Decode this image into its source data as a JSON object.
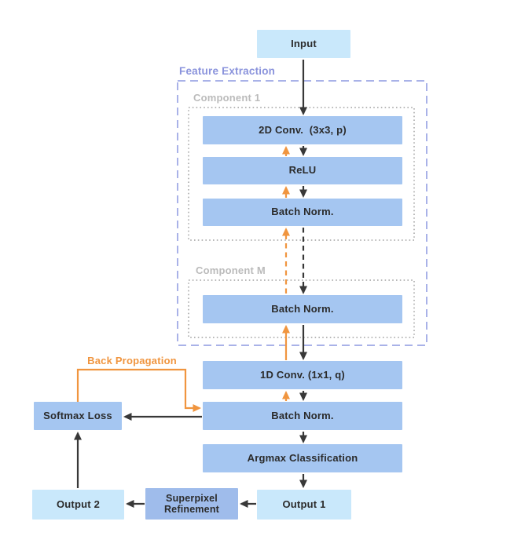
{
  "diagram": {
    "groups": {
      "feature_extraction": {
        "label": "Feature Extraction"
      },
      "component1": {
        "label": "Component 1"
      },
      "componentM": {
        "label": "Component M"
      }
    },
    "annotations": {
      "back_propagation": {
        "label": "Back Propagation"
      }
    },
    "nodes": {
      "input": {
        "label": "Input"
      },
      "conv2d": {
        "label": "2D Conv.  (3x3, p)"
      },
      "relu": {
        "label": "ReLU"
      },
      "bn_c1": {
        "label": "Batch Norm."
      },
      "bn_cm": {
        "label": "Batch Norm."
      },
      "conv1d": {
        "label": "1D Conv. (1x1, q)"
      },
      "bn_head": {
        "label": "Batch Norm."
      },
      "argmax": {
        "label": "Argmax Classification"
      },
      "softmax": {
        "label": "Softmax Loss"
      },
      "output1": {
        "label": "Output 1"
      },
      "superpixel": {
        "label": "Superpixel\nRefinement"
      },
      "output2": {
        "label": "Output 2"
      }
    },
    "edges": [
      {
        "from": "input",
        "to": "conv2d",
        "type": "forward",
        "style": "solid"
      },
      {
        "from": "conv2d",
        "to": "relu",
        "type": "forward",
        "style": "solid"
      },
      {
        "from": "relu",
        "to": "bn_c1",
        "type": "forward",
        "style": "solid"
      },
      {
        "from": "bn_c1",
        "to": "bn_cm",
        "type": "forward",
        "style": "dashed"
      },
      {
        "from": "bn_cm",
        "to": "conv1d",
        "type": "forward",
        "style": "solid"
      },
      {
        "from": "conv1d",
        "to": "bn_head",
        "type": "forward",
        "style": "solid"
      },
      {
        "from": "bn_head",
        "to": "argmax",
        "type": "forward",
        "style": "solid"
      },
      {
        "from": "argmax",
        "to": "output1",
        "type": "forward",
        "style": "solid"
      },
      {
        "from": "output1",
        "to": "superpixel",
        "type": "forward",
        "style": "solid"
      },
      {
        "from": "superpixel",
        "to": "output2",
        "type": "forward",
        "style": "solid"
      },
      {
        "from": "output2",
        "to": "softmax",
        "type": "forward",
        "style": "solid"
      },
      {
        "from": "bn_head",
        "to": "softmax",
        "type": "forward",
        "style": "solid"
      },
      {
        "from": "relu",
        "to": "conv2d",
        "type": "backprop",
        "style": "solid"
      },
      {
        "from": "bn_c1",
        "to": "relu",
        "type": "backprop",
        "style": "solid"
      },
      {
        "from": "bn_cm",
        "to": "bn_c1",
        "type": "backprop",
        "style": "dashed"
      },
      {
        "from": "conv1d",
        "to": "bn_cm",
        "type": "backprop",
        "style": "solid"
      },
      {
        "from": "bn_head",
        "to": "conv1d",
        "type": "backprop",
        "style": "solid"
      },
      {
        "from": "softmax",
        "to": "bn_head",
        "type": "backprop",
        "style": "solid",
        "label": "Back Propagation"
      }
    ],
    "colors": {
      "box_light_blue": "#C9E8FB",
      "box_medium_blue": "#A5C6F1",
      "box_superpixel_blue": "#9FBCEB",
      "forward_arrow_black": "#383838",
      "backward_arrow_orange": "#F0953F",
      "feature_extraction_purple": "#8A93DC",
      "feature_extraction_border": "#A9B2E8",
      "component_label_gray": "#BBBBBB",
      "component_border_gray": "#AFAFAF",
      "node_text": "#2B2B2B"
    }
  }
}
